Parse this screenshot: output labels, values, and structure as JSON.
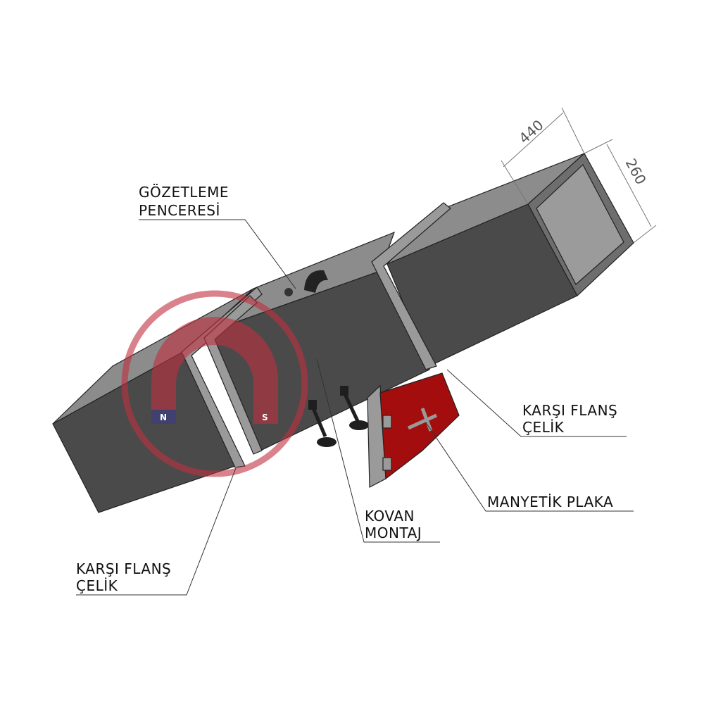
{
  "labels": {
    "observation_window": [
      "GÖZETLEME",
      "PENCERESİ"
    ],
    "counter_flange_right": [
      "KARŞI FLANŞ",
      "ÇELİK"
    ],
    "magnetic_plate": "MANYETİK PLAKA",
    "housing_mount": [
      "KOVAN",
      "MONTAJ"
    ],
    "counter_flange_left": [
      "KARŞI FLANŞ",
      "ÇELİK"
    ]
  },
  "dimensions": {
    "width": "440",
    "height": "260"
  },
  "logo": {
    "north": "N",
    "south": "S"
  },
  "colors": {
    "duct_face": "#4a4a4a",
    "duct_top": "#8c8c8c",
    "flange": "#9a9a9a",
    "plate": "#a30d0d",
    "logo_red": "#c0303f",
    "logo_blue": "#3a3a8c"
  }
}
